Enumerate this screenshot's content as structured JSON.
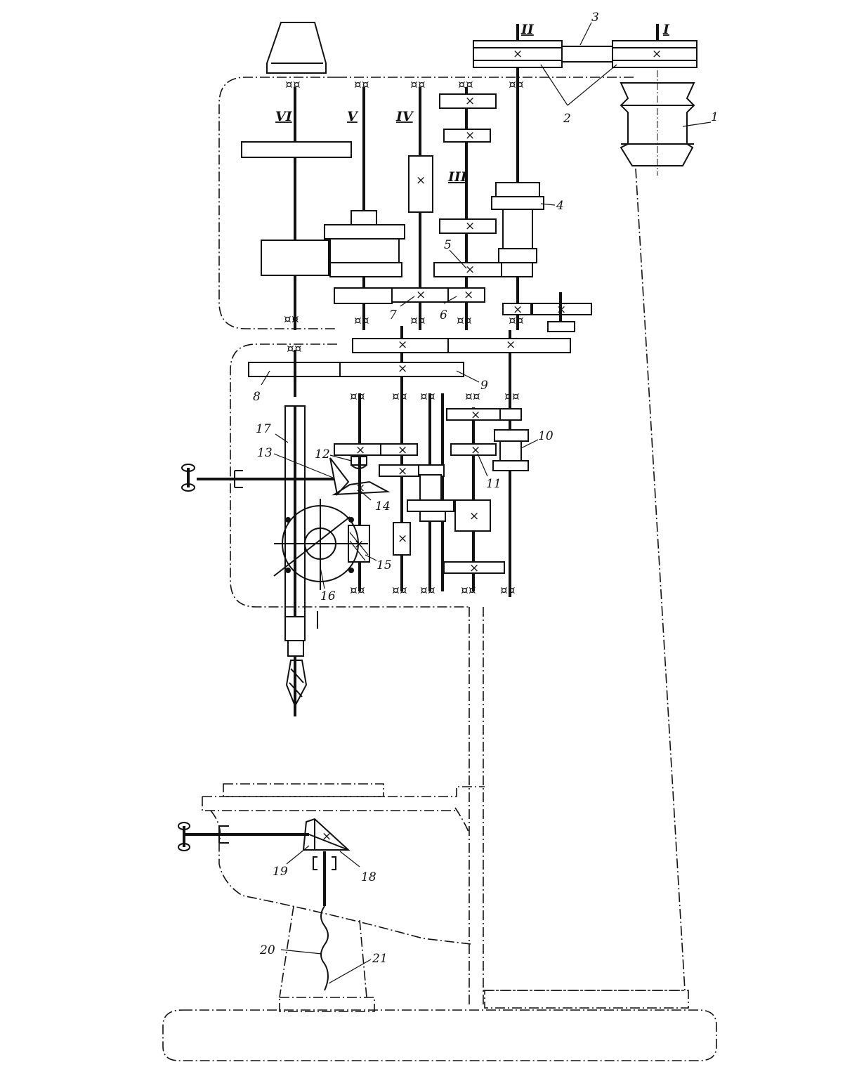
{
  "diagram": {
    "shaft_labels": [
      "I",
      "II",
      "III",
      "IV",
      "V",
      "VI"
    ],
    "part_labels": [
      "1",
      "2",
      "3",
      "4",
      "5",
      "6",
      "7",
      "8",
      "9",
      "10",
      "11",
      "12",
      "13",
      "14",
      "15",
      "16",
      "17",
      "18",
      "19",
      "20",
      "21"
    ]
  }
}
